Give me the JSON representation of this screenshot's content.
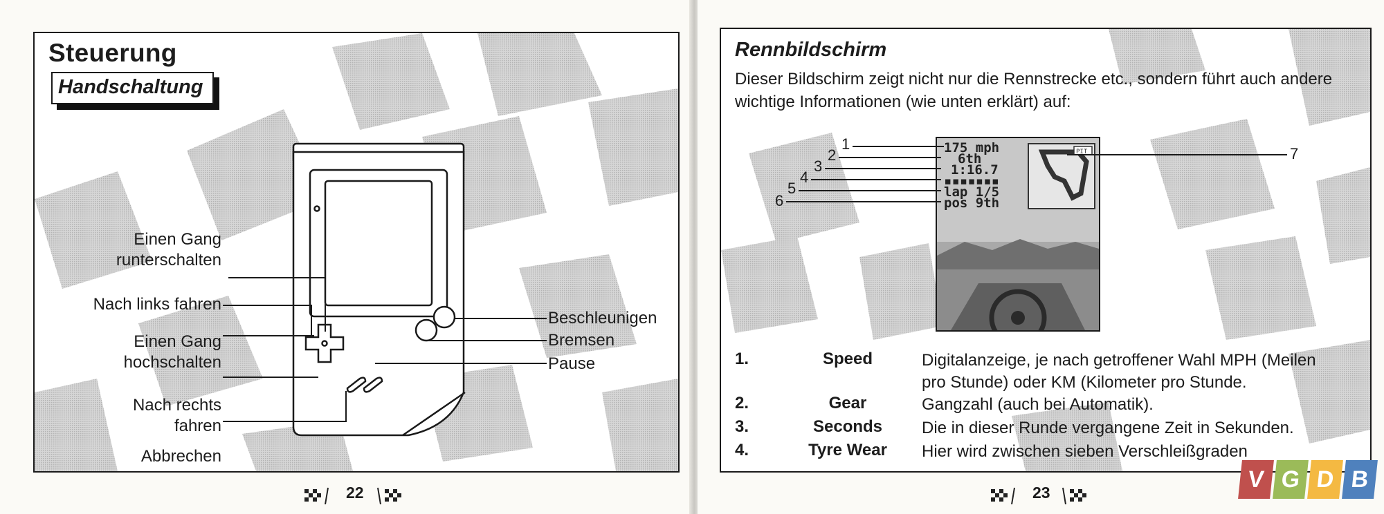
{
  "left_page": {
    "title": "Steuerung",
    "subtitle": "Handschaltung",
    "labels": {
      "gear_down_1": "Einen Gang",
      "gear_down_2": "runterschalten",
      "left": "Nach links fahren",
      "gear_up_1": "Einen Gang",
      "gear_up_2": "hochschalten",
      "right_1": "Nach rechts",
      "right_2": "fahren",
      "abort": "Abbrechen",
      "accelerate": "Beschleunigen",
      "brake": "Bremsen",
      "pause": "Pause"
    },
    "page_number": "22"
  },
  "right_page": {
    "title": "Rennbildschirm",
    "intro": "Dieser Bildschirm zeigt nicht nur die Rennstrecke etc., sondern führt auch andere wichtige Informationen (wie unten erklärt) auf:",
    "screen": {
      "speed": "175 mph",
      "gear": "6th",
      "time": "1:16.7",
      "wear": "▪▪▪▪▪▪▪",
      "lap": "lap 1/5",
      "pos": "pos  9th",
      "pit": "PIT"
    },
    "callouts": [
      "1",
      "2",
      "3",
      "4",
      "5",
      "6",
      "7"
    ],
    "definitions": [
      {
        "num": "1.",
        "term": "Speed",
        "desc_1": "Digitalanzeige, je nach getroffener Wahl MPH (Meilen",
        "desc_2": "pro Stunde) oder KM (Kilometer pro Stunde."
      },
      {
        "num": "2.",
        "term": "Gear",
        "desc_1": "Gangzahl (auch bei Automatik)."
      },
      {
        "num": "3.",
        "term": "Seconds",
        "desc_1": "Die in dieser Runde vergangene Zeit in Sekunden."
      },
      {
        "num": "4.",
        "term": "Tyre Wear",
        "desc_1": "Hier wird zwischen sieben Verschleißgraden"
      }
    ],
    "page_number": "23"
  },
  "watermark": {
    "letters": [
      "V",
      "G",
      "D",
      "B"
    ],
    "colors": [
      "#c0504d",
      "#9bbb59",
      "#f4b942",
      "#4f81bd"
    ]
  }
}
